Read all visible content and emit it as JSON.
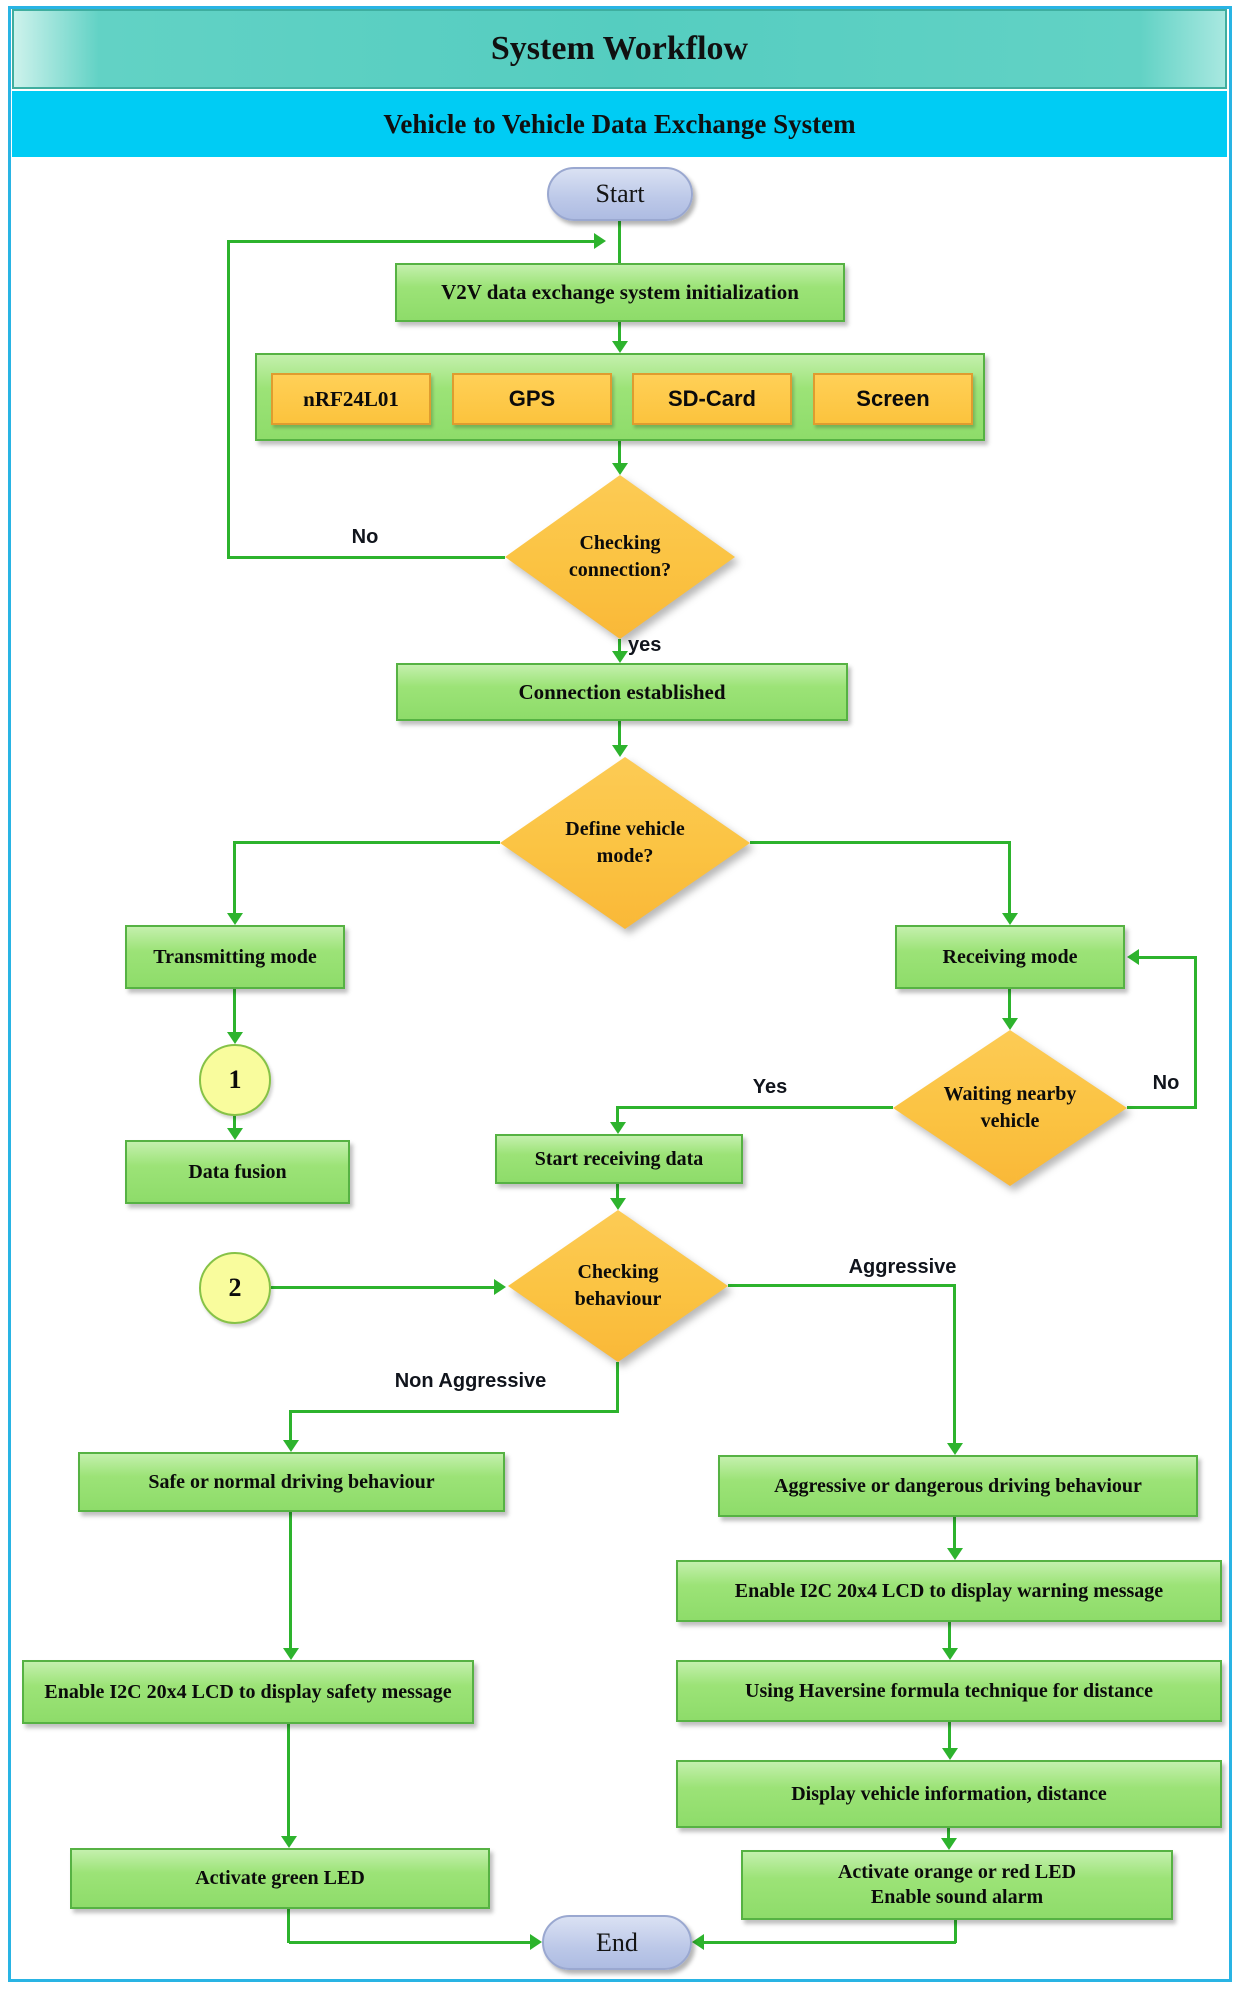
{
  "header": {
    "title": "System Workflow",
    "subtitle": "Vehicle to Vehicle Data Exchange System"
  },
  "nodes": {
    "start": "Start",
    "init": "V2V data exchange system initialization",
    "components": [
      "nRF24L01",
      "GPS",
      "SD-Card",
      "Screen"
    ],
    "check_connection": {
      "line1": "Checking",
      "line2": "connection?"
    },
    "connection_established": "Connection established",
    "define_mode": {
      "line1": "Define vehicle",
      "line2": "mode?"
    },
    "transmitting_mode": "Transmitting mode",
    "receiving_mode": "Receiving mode",
    "connector1": "1",
    "connector2": "2",
    "data_fusion": "Data fusion",
    "waiting_vehicle": {
      "line1": "Waiting nearby",
      "line2": "vehicle"
    },
    "start_receiving": "Start receiving data",
    "check_behaviour": {
      "line1": "Checking",
      "line2": "behaviour"
    },
    "safe_behaviour": "Safe or normal driving behaviour",
    "aggressive_behaviour": "Aggressive or dangerous driving behaviour",
    "enable_warning": "Enable I2C 20x4 LCD to display warning message",
    "haversine": "Using Haversine formula technique for distance",
    "display_info": "Display vehicle information, distance",
    "activate_orange": {
      "line1": "Activate orange or red LED",
      "line2": "Enable sound alarm"
    },
    "enable_safety": "Enable I2C 20x4 LCD to display safety message",
    "activate_green": "Activate green LED",
    "end": "End"
  },
  "edge_labels": {
    "no_connection": "No",
    "yes_connection": "yes",
    "yes_waiting": "Yes",
    "no_waiting": "No",
    "aggressive": "Aggressive",
    "non_aggressive": "Non Aggressive"
  },
  "colors": {
    "border_blue": "#29b4e4",
    "header_teal": "#55cdc0",
    "header_cyan": "#00ccf4",
    "node_green": "#9ce377",
    "node_orange": "#fcc33d",
    "diamond_orange": "#fbc342",
    "stadium_blue": "#bcc8e8",
    "connector_yellow": "#f9fc9d",
    "line_green": "#2db32d"
  }
}
